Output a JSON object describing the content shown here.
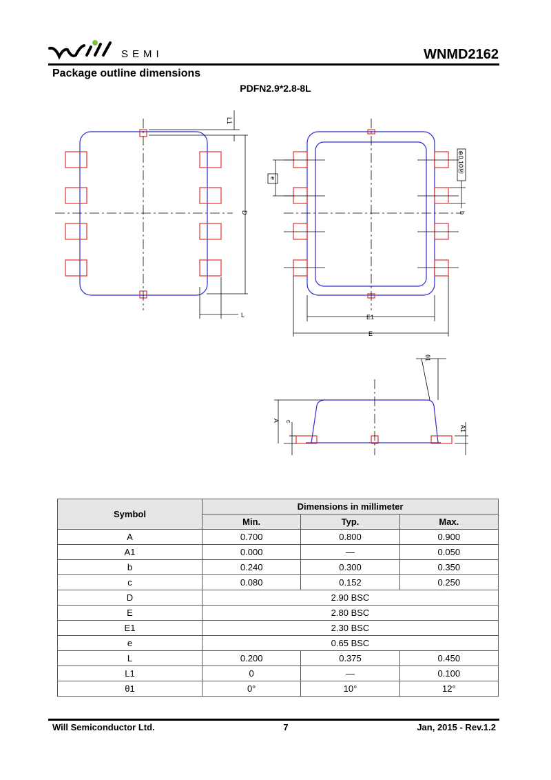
{
  "header": {
    "logo_text": "SEMI",
    "part_number": "WNMD2162"
  },
  "section_title": "Package outline dimensions",
  "package_name": "PDFN2.9*2.8-8L",
  "drawing_labels": {
    "L1": "L1",
    "D": "D",
    "L": "L",
    "e": "e",
    "tolerance": "⊕0.10Ⓜ",
    "b": "b",
    "E1": "E1",
    "E": "E",
    "theta": "θ1",
    "A": "A",
    "c": "c",
    "A1": "A1"
  },
  "colors": {
    "outline": "#2a2ad0",
    "pad": "#e03030"
  },
  "table": {
    "symbol_header": "Symbol",
    "group_header": "Dimensions in millimeter",
    "min_header": "Min.",
    "typ_header": "Typ.",
    "max_header": "Max.",
    "rows": [
      {
        "symbol": "A",
        "min": "0.700",
        "typ": "0.800",
        "max": "0.900"
      },
      {
        "symbol": "A1",
        "min": "0.000",
        "typ": "—",
        "max": "0.050"
      },
      {
        "symbol": "b",
        "min": "0.240",
        "typ": "0.300",
        "max": "0.350"
      },
      {
        "symbol": "c",
        "min": "0.080",
        "typ": "0.152",
        "max": "0.250"
      },
      {
        "symbol": "D",
        "span": "2.90 BSC"
      },
      {
        "symbol": "E",
        "span": "2.80 BSC"
      },
      {
        "symbol": "E1",
        "span": "2.30 BSC"
      },
      {
        "symbol": "e",
        "span": "0.65 BSC"
      },
      {
        "symbol": "L",
        "min": "0.200",
        "typ": "0.375",
        "max": "0.450"
      },
      {
        "symbol": "L1",
        "min": "0",
        "typ": "—",
        "max": "0.100"
      },
      {
        "symbol": "θ1",
        "min": "0°",
        "typ": "10°",
        "max": "12°"
      }
    ]
  },
  "footer": {
    "company": "Will Semiconductor Ltd.",
    "page": "7",
    "revision": "Jan, 2015 - Rev.1.2"
  }
}
